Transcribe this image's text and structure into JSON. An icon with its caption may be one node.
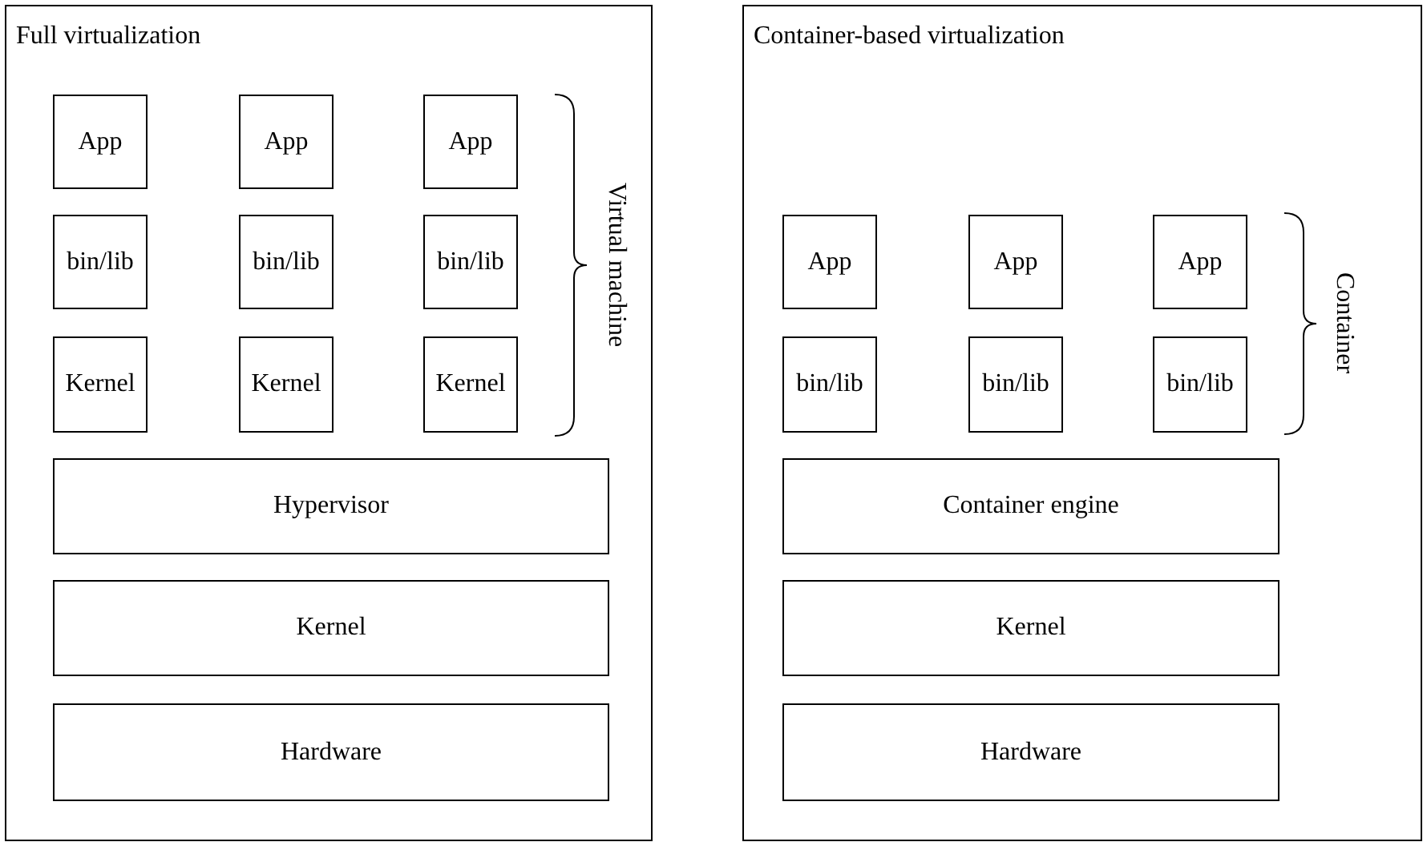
{
  "diagram": {
    "nodes": [
      {
        "text": [
          "Full virtualization"
        ]
      },
      {
        "text": [
          "App"
        ],
        "in": 0
      },
      {
        "text": [
          "App"
        ],
        "in": 0
      },
      {
        "text": [
          "App"
        ],
        "in": 0
      },
      {
        "text": [
          "bin/lib"
        ],
        "in": 0
      },
      {
        "text": [
          "bin/lib"
        ],
        "in": 0
      },
      {
        "text": [
          "bin/lib"
        ],
        "in": 0
      },
      {
        "text": [
          "Kernel"
        ],
        "in": 0
      },
      {
        "text": [
          "Kernel"
        ],
        "in": 0
      },
      {
        "text": [
          "Kernel"
        ],
        "in": 0
      },
      {
        "text": [
          "Hypervisor"
        ],
        "in": 0
      },
      {
        "text": [
          "Kernel"
        ],
        "in": 0
      },
      {
        "text": [
          "Hardware"
        ],
        "in": 0
      },
      {
        "text": [
          "Container-based virtualization"
        ]
      },
      {
        "text": [
          "App"
        ],
        "in": 13
      },
      {
        "text": [
          "App"
        ],
        "in": 13
      },
      {
        "text": [
          "App"
        ],
        "in": 13
      },
      {
        "text": [
          "bin/lib"
        ],
        "in": 13
      },
      {
        "text": [
          "bin/lib"
        ],
        "in": 13
      },
      {
        "text": [
          "bin/lib"
        ],
        "in": 13
      },
      {
        "text": [
          "Container engine"
        ],
        "in": 13
      },
      {
        "text": [
          "Kernel"
        ],
        "in": 13
      },
      {
        "text": [
          "Hardware"
        ],
        "in": 13
      }
    ],
    "edges": [],
    "labels": [
      "Virtual machine",
      "Container"
    ]
  }
}
